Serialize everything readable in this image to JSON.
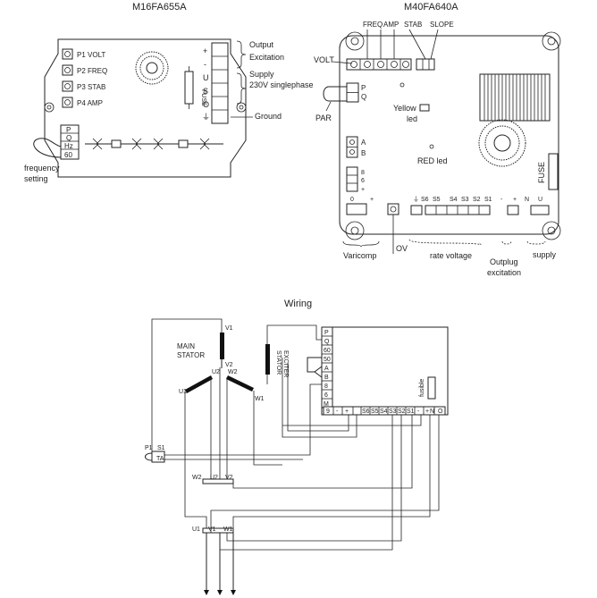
{
  "titles": {
    "left_model": "M16FA655A",
    "right_model": "M40FA640A",
    "wiring": "Wiring"
  },
  "left_board": {
    "pots": [
      "P1 VOLT",
      "P2 FREQ",
      "P3 STAB",
      "P4 AMP"
    ],
    "terminals": [
      "+",
      "-",
      "U",
      "S",
      "O",
      "⏚"
    ],
    "fuse_label": "FUSE",
    "freq_block": [
      "P",
      "Q",
      "Hz",
      "60"
    ],
    "annotations": {
      "output": "Output",
      "excitation": "Excitation",
      "supply": "Supply",
      "supply_desc": "230V singlephase",
      "ground": "Ground",
      "frequency": "frequency",
      "setting": "setting"
    }
  },
  "right_board": {
    "top_labels": [
      "FREQ",
      "AMP",
      "STAB",
      "SLOPE"
    ],
    "volt": "VOLT",
    "pq": [
      "P",
      "Q"
    ],
    "par": "PAR",
    "yellow_led": "Yellow",
    "yellow_led2": "led",
    "red_led": "RED led",
    "ab": [
      "A",
      "B"
    ],
    "left_terms": [
      "8",
      "6",
      "+"
    ],
    "fuse": "FUSE",
    "bottom_terms": [
      "0",
      "+",
      "⏚",
      "S6",
      "S5",
      "S4",
      "S3",
      "S2",
      "S1",
      "-",
      "+",
      "N",
      "U"
    ],
    "annotations": {
      "varicomp": "Varicomp",
      "ov": "OV",
      "rate_voltage": "rate voltage",
      "outplug": "Outplug",
      "excitation": "excitation",
      "supply": "supply"
    }
  },
  "wiring": {
    "main_stator": [
      "MAIN",
      "STATOR"
    ],
    "stator_exciter": [
      "STATOR",
      "EXCITER"
    ],
    "windings": [
      "V1",
      "V2",
      "U2",
      "W2",
      "U1",
      "W1"
    ],
    "ct": [
      "P1",
      "S1",
      "TA"
    ],
    "jumpers": [
      "W2",
      "U2",
      "V2"
    ],
    "outputs": [
      "U1",
      "V1",
      "W1"
    ],
    "reg_side": [
      "P",
      "Q",
      "60",
      "50",
      "A",
      "B",
      "8",
      "6",
      "M"
    ],
    "reg_bottom": [
      "9",
      "-",
      "+",
      "S6",
      "S5",
      "S4",
      "S3",
      "S2",
      "S1",
      "-",
      "+",
      "N",
      "O"
    ],
    "fusible": "fusible"
  }
}
